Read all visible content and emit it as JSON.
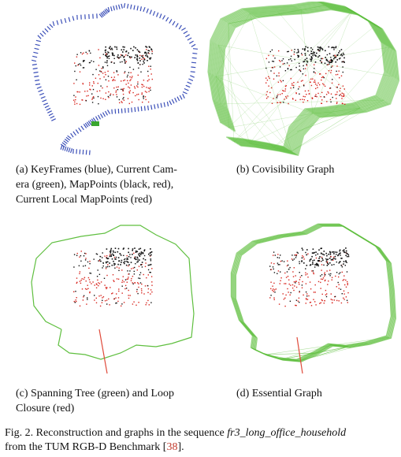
{
  "figure": {
    "panels": [
      {
        "id": "a",
        "caption_lines": [
          "(a) KeyFrames (blue), Current Cam-",
          "era (green), MapPoints (black, red),",
          "Current Local MapPoints (red)"
        ]
      },
      {
        "id": "b",
        "caption_lines": [
          "(b) Covisibility Graph"
        ]
      },
      {
        "id": "c",
        "caption_lines": [
          "(c) Spanning Tree (green) and Loop",
          "Closure (red)"
        ]
      },
      {
        "id": "d",
        "caption_lines": [
          "(d) Essential Graph"
        ]
      }
    ],
    "caption": {
      "prefix": "Fig. 2.  Reconstruction and graphs in the sequence ",
      "sequence": "fr3_long_office_household",
      "middle": "from the TUM RGB-D Benchmark [",
      "ref": "38",
      "suffix": "]."
    }
  },
  "colors": {
    "keyframes": "#3b4fb8",
    "current_camera": "#3aa62f",
    "mappoints_black": "#111111",
    "mappoints_red": "#d8261f",
    "graph_green": "#5fbf3f",
    "loop_red": "#e04a3a"
  }
}
